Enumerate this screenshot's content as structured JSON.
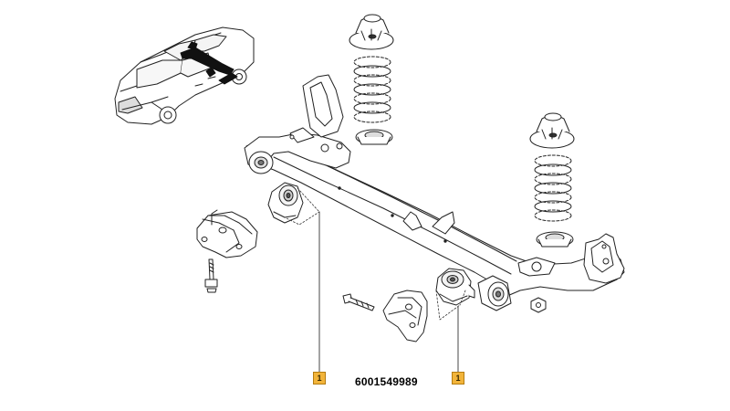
{
  "diagram": {
    "part_number": "6001549989",
    "callouts": [
      {
        "label": "1"
      },
      {
        "label": "1"
      }
    ],
    "colors": {
      "line": "#222222",
      "callout_fill": "#f2b43a",
      "callout_border": "#b47c10",
      "background": "#ffffff"
    }
  }
}
